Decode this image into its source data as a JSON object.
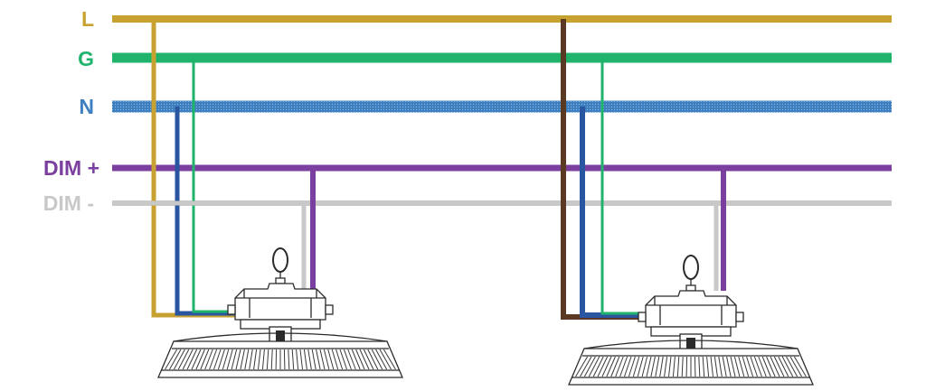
{
  "wires": [
    {
      "id": "l",
      "label": "L",
      "color": "#c8a230"
    },
    {
      "id": "g",
      "label": "G",
      "color": "#1fb36b"
    },
    {
      "id": "n",
      "label": "N",
      "color": "#3d7fc0"
    },
    {
      "id": "dim-plus",
      "label": "DIM +",
      "color": "#7b3fa0"
    },
    {
      "id": "dim-minus",
      "label": "DIM -",
      "color": "#c8c8c8"
    }
  ],
  "fixtures": [
    {
      "id": "fixture-1",
      "icon": "highbay-light-icon"
    },
    {
      "id": "fixture-2",
      "icon": "highbay-light-icon"
    }
  ],
  "colors": {
    "live_wire": "#c8a230",
    "live_wire_drop_2": "#5a3a22",
    "ground_wire": "#1fb36b",
    "neutral_wire": "#3d7fc0",
    "neutral_drop": "#2a55a0",
    "dim_plus_wire": "#7b3fa0",
    "dim_minus_wire": "#c8c8c8"
  }
}
